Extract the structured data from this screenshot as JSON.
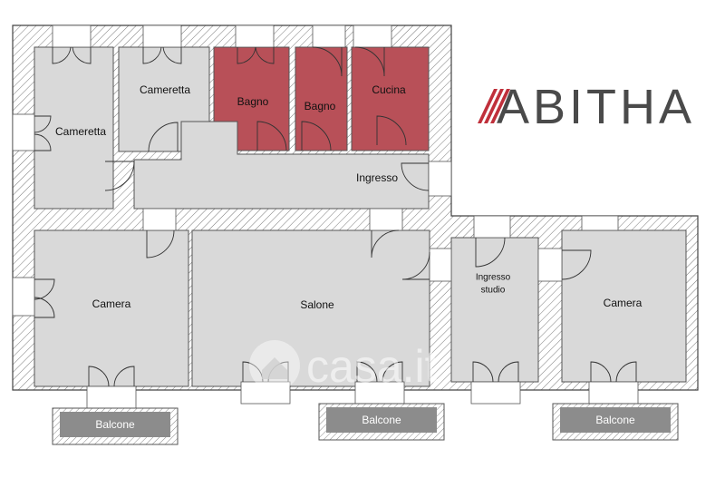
{
  "brand": {
    "name": "ABITHA",
    "stripe_color": "#c0303b",
    "text_color": "#4a4a4a"
  },
  "watermark": {
    "text": "casa.it"
  },
  "colors": {
    "room": "#d9d9d9",
    "highlight": "#b85058",
    "wall_hatch": "#7a7a7a",
    "balcony": "#8c8c8c"
  },
  "rooms": {
    "cameretta_left": "Cameretta",
    "cameretta_top": "Cameretta",
    "bagno_1": "Bagno",
    "bagno_2": "Bagno",
    "cucina": "Cucina",
    "ingresso": "Ingresso",
    "camera_left": "Camera",
    "salone": "Salone",
    "ingresso_studio_line1": "Ingresso",
    "ingresso_studio_line2": "studio",
    "camera_right": "Camera"
  },
  "balconies": [
    "Balcone",
    "Balcone",
    "Balcone"
  ]
}
